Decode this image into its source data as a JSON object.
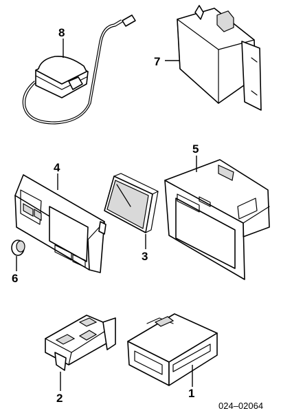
{
  "callouts": {
    "c1": "1",
    "c2": "2",
    "c3": "3",
    "c4": "4",
    "c5": "5",
    "c6": "6",
    "c7": "7",
    "c8": "8"
  },
  "reference_number": "024–02064"
}
